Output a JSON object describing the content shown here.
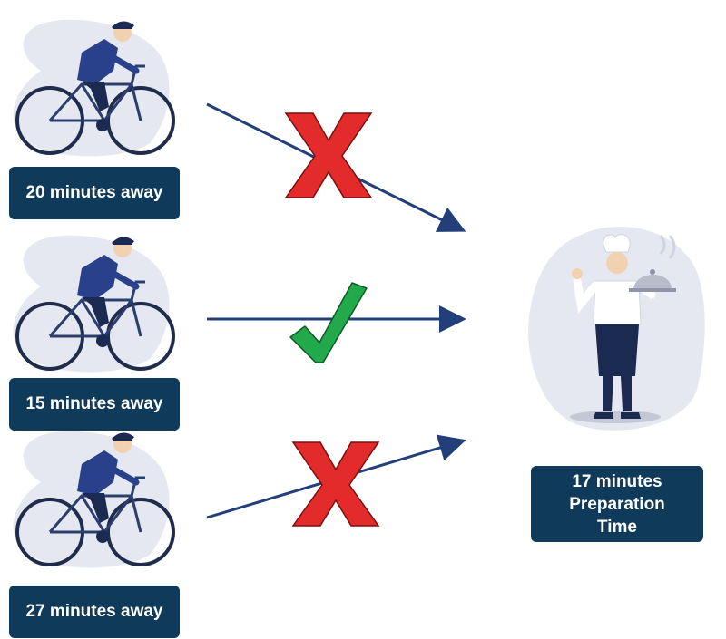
{
  "riders": [
    {
      "label": "20 minutes away",
      "status": "rejected"
    },
    {
      "label": "15 minutes away",
      "status": "accepted"
    },
    {
      "label": "27 minutes away",
      "status": "rejected"
    }
  ],
  "chef": {
    "label_lines": [
      "17 minutes",
      "Preparation",
      "Time"
    ]
  },
  "colors": {
    "label_bg": "#0f3a5a",
    "arrow": "#233f79",
    "cross": "#e32b2b",
    "check": "#22a94c",
    "blob": "#e6e8f1"
  },
  "icons": {
    "rider": "cyclist-icon",
    "chef": "chef-icon",
    "reject": "cross-icon",
    "accept": "checkmark-icon"
  }
}
